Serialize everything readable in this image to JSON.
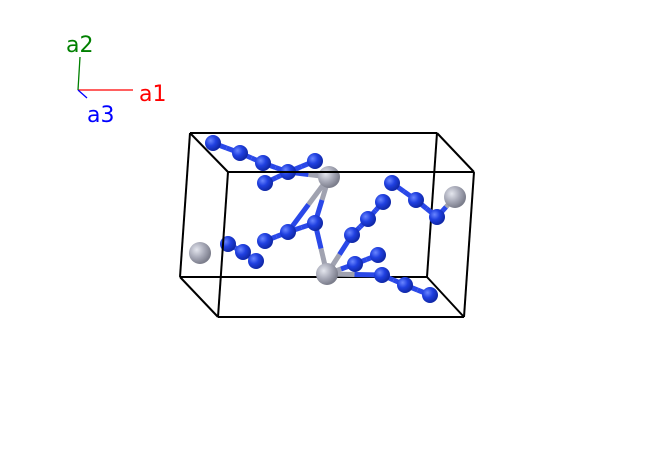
{
  "axes": {
    "a1": {
      "label": "a1",
      "color": "#ff0000"
    },
    "a2": {
      "label": "a2",
      "color": "#008000"
    },
    "a3": {
      "label": "a3",
      "color": "#0000ff"
    }
  },
  "colors": {
    "cell_edge": "#000000",
    "nitrogen": "#2040e0",
    "metal": "#a8aab8"
  }
}
